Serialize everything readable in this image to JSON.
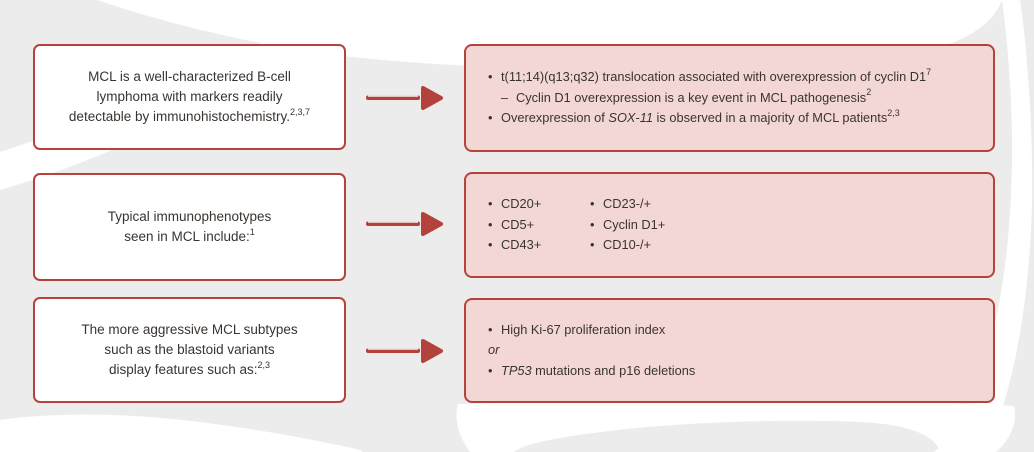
{
  "diagram_title": "MCL diagnosis infographic",
  "palette": {
    "background": "#ececec",
    "wave": "#ffffff",
    "border_red": "#b5433b",
    "arrow_red": "#b2423b",
    "arrow_highlight": "#ecd2cf",
    "pink_fill": "#f2d7d5",
    "text": "#3a3430"
  },
  "rows": [
    {
      "left": {
        "lines": [
          [
            {
              "t": "MCL is a well-characterized B-cell"
            }
          ],
          [
            {
              "t": "lymphoma with markers readily"
            }
          ],
          [
            {
              "t": "detectable by immunohistochemistry."
            },
            {
              "t": "2,3,7",
              "sup": true
            }
          ]
        ]
      },
      "right": {
        "items": [
          {
            "marker": "bullet",
            "segs": [
              {
                "t": "t(11;14)(q13;q32) translocation associated with overexpression of cyclin D1"
              },
              {
                "t": "7",
                "sup": true
              }
            ]
          },
          {
            "marker": "dash",
            "segs": [
              {
                "t": "Cyclin D1 overexpression is a key event in MCL pathogenesis"
              },
              {
                "t": "2",
                "sup": true
              }
            ]
          },
          {
            "marker": "bullet",
            "segs": [
              {
                "t": "Overexpression of "
              },
              {
                "t": "SOX-11",
                "i": true
              },
              {
                "t": " is observed in a majority of MCL patients"
              },
              {
                "t": "2,3",
                "sup": true
              }
            ]
          }
        ]
      }
    },
    {
      "left": {
        "lines": [
          [
            {
              "t": "Typical immunophenotypes"
            }
          ],
          [
            {
              "t": "seen in MCL include:"
            },
            {
              "t": "1",
              "sup": true
            }
          ]
        ]
      },
      "right": {
        "columns": [
          {
            "items": [
              {
                "marker": "bullet",
                "segs": [
                  {
                    "t": "CD20+"
                  }
                ]
              },
              {
                "marker": "bullet",
                "segs": [
                  {
                    "t": "CD5+"
                  }
                ]
              },
              {
                "marker": "bullet",
                "segs": [
                  {
                    "t": "CD43+"
                  }
                ]
              }
            ]
          },
          {
            "items": [
              {
                "marker": "bullet",
                "segs": [
                  {
                    "t": "CD23-/+"
                  }
                ]
              },
              {
                "marker": "bullet",
                "segs": [
                  {
                    "t": "Cyclin D1+"
                  }
                ]
              },
              {
                "marker": "bullet",
                "segs": [
                  {
                    "t": "CD10-/+"
                  }
                ]
              }
            ]
          }
        ]
      }
    },
    {
      "left": {
        "lines": [
          [
            {
              "t": "The more aggressive MCL subtypes"
            }
          ],
          [
            {
              "t": "such as the blastoid variants"
            }
          ],
          [
            {
              "t": "display features such as:"
            },
            {
              "t": "2,3",
              "sup": true
            }
          ]
        ]
      },
      "right": {
        "items": [
          {
            "marker": "bullet",
            "segs": [
              {
                "t": "High Ki-67 proliferation index"
              }
            ]
          },
          {
            "marker": "none",
            "segs": [
              {
                "t": "or",
                "i": true
              }
            ]
          },
          {
            "marker": "bullet",
            "segs": [
              {
                "t": "TP53",
                "i": true
              },
              {
                "t": " mutations and p16 deletions"
              }
            ]
          }
        ]
      }
    }
  ]
}
